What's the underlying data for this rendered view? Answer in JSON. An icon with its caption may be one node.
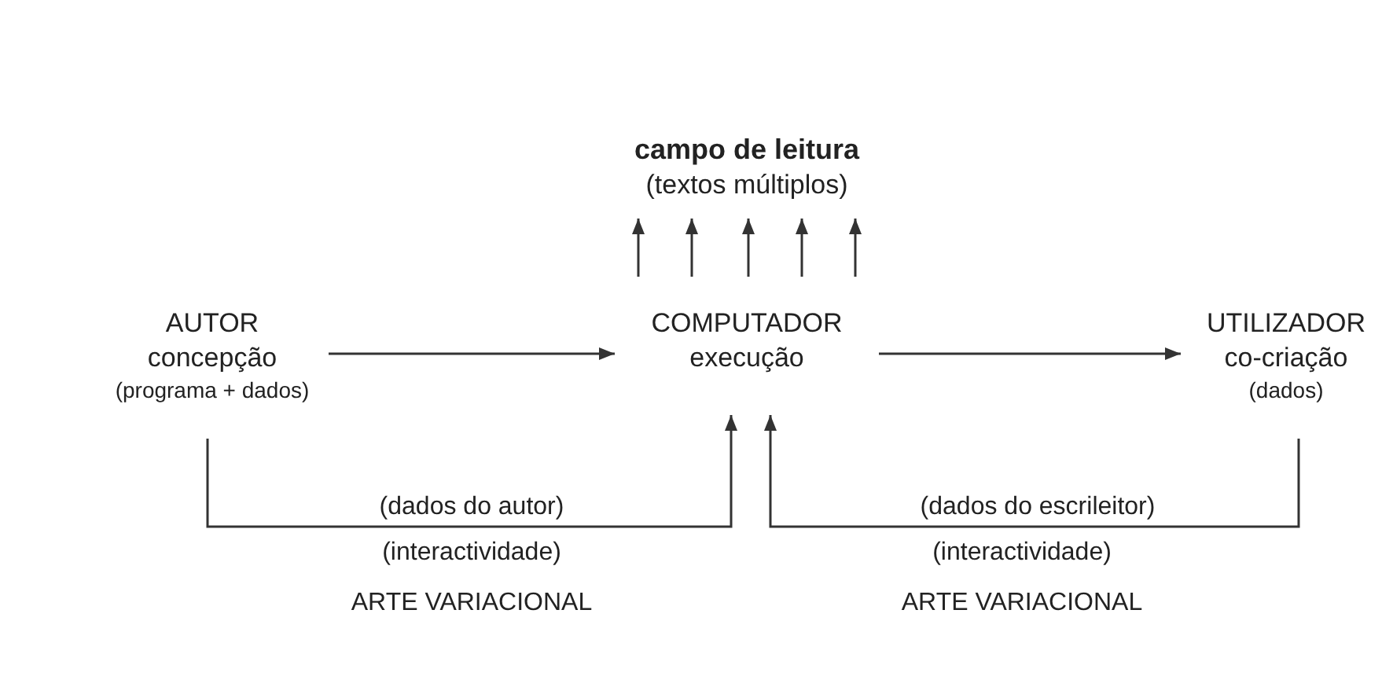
{
  "diagram": {
    "nodes": [
      {
        "text": [
          "campo de leitura",
          "(textos múltiplos)"
        ]
      },
      {
        "text": [
          "AUTOR",
          "concepção",
          "(programa + dados)"
        ]
      },
      {
        "text": [
          "COMPUTADOR",
          "execução"
        ]
      },
      {
        "text": [
          "UTILIZADOR",
          "co-criação",
          "(dados)"
        ]
      }
    ],
    "edges": [
      {
        "from": 1,
        "to": 2,
        "arrow": "to"
      },
      {
        "from": 2,
        "to": 3,
        "arrow": "to"
      },
      {
        "from": 2,
        "to": 0,
        "arrow": "to"
      },
      {
        "from": 2,
        "to": 0,
        "arrow": "to"
      },
      {
        "from": 2,
        "to": 0,
        "arrow": "to"
      },
      {
        "from": 2,
        "to": 0,
        "arrow": "to"
      },
      {
        "from": 2,
        "to": 0,
        "arrow": "to"
      },
      {
        "from": 1,
        "to": 2,
        "arrow": "to",
        "label": "(dados do autor)"
      },
      {
        "from": 3,
        "to": 2,
        "arrow": "to",
        "label": "(dados do escrileitor)"
      }
    ],
    "labels": [
      "(interactividade)",
      "(interactividade)",
      "ARTE VARIACIONAL",
      "ARTE VARIACIONAL"
    ]
  }
}
